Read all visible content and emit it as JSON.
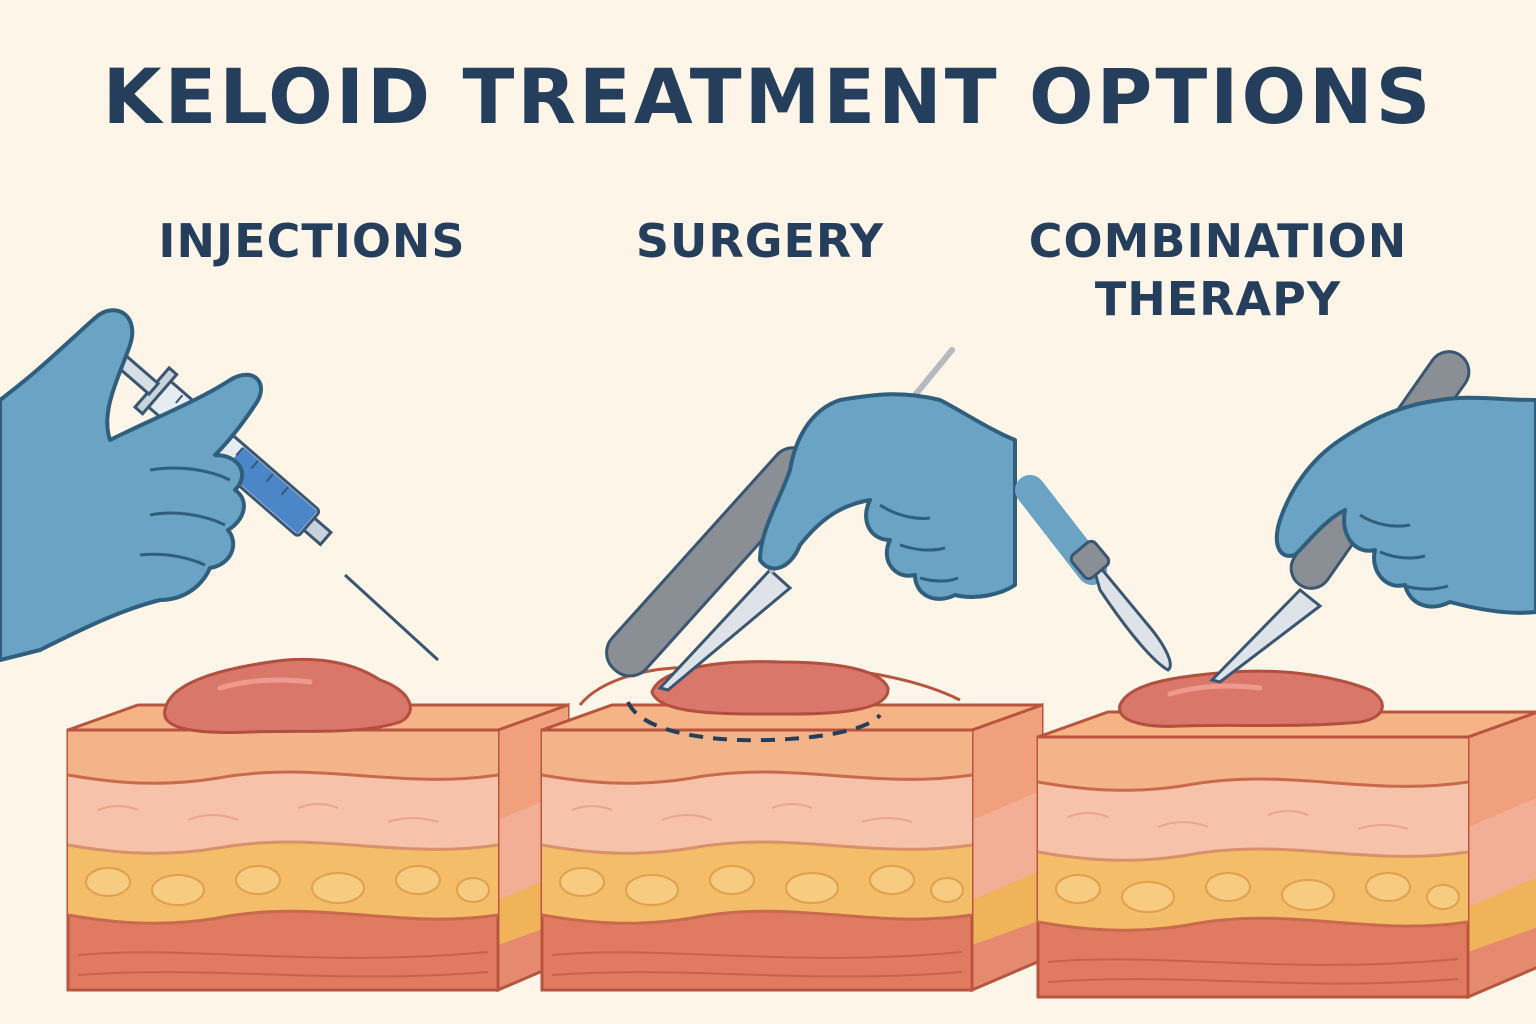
{
  "title": "KELOID TREATMENT OPTIONS",
  "panels": [
    {
      "label_line1": "INJECTIONS",
      "label_line2": "",
      "icon": "syringe-icon"
    },
    {
      "label_line1": "SURGERY",
      "label_line2": "",
      "icon": "scalpel-icon"
    },
    {
      "label_line1": "COMBINATION",
      "label_line2": "THERAPY",
      "icon": "scalpel-icon"
    }
  ],
  "colors": {
    "background": "#fdf5e8",
    "heading": "#243e5c",
    "glove": "#6aa3c4",
    "keloid": "#d9776a",
    "epidermis": "#f4b48a",
    "dermis": "#f6c2a9",
    "fat": "#f3bd6a",
    "muscle": "#e58a6e"
  }
}
